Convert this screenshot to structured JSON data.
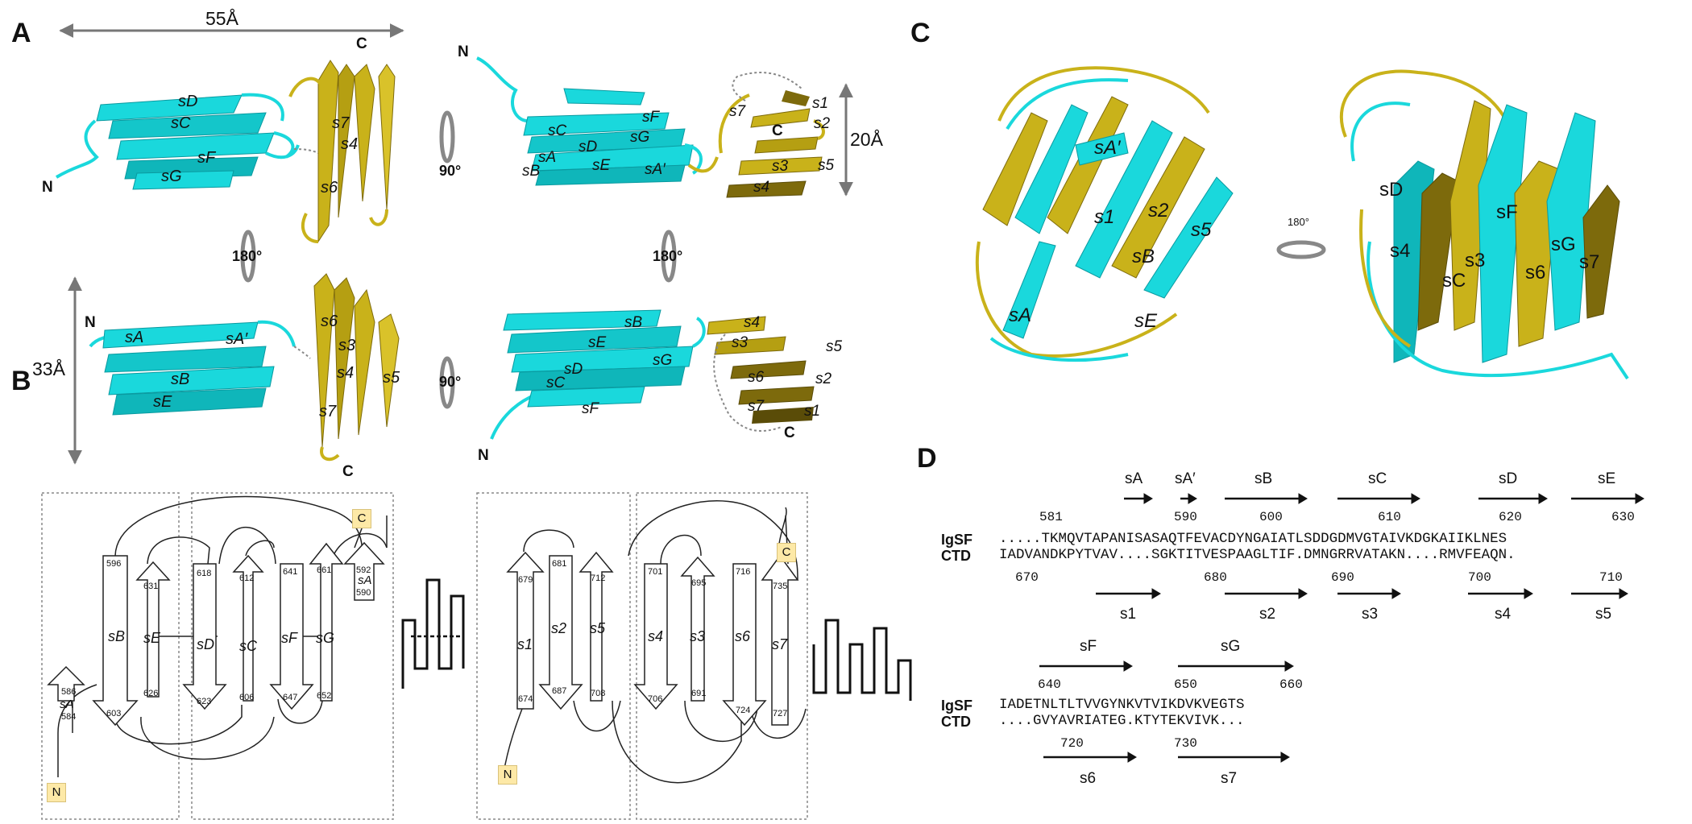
{
  "panels": {
    "A": "A",
    "B": "B",
    "C": "C",
    "D": "D"
  },
  "panelA": {
    "dim_55": "55Å",
    "dim_33": "33Å",
    "dim_20": "20Å",
    "rot_90": "90°",
    "rot_180": "180°",
    "term_N": "N",
    "term_C": "C",
    "strands_cyan": [
      "sA",
      "sA′",
      "sB",
      "sC",
      "sD",
      "sE",
      "sF",
      "sG"
    ],
    "strands_gold": [
      "s1",
      "s2",
      "s3",
      "s4",
      "s5",
      "s6",
      "s7"
    ]
  },
  "panelB": {
    "left": {
      "strands": [
        {
          "label": "sA",
          "top": "586",
          "bottom": "584"
        },
        {
          "label": "sB",
          "top": "596",
          "bottom": "603"
        },
        {
          "label": "sE",
          "top": "631",
          "bottom": "626"
        },
        {
          "label": "sD",
          "top": "618",
          "bottom": "623"
        },
        {
          "label": "sC",
          "top": "612",
          "bottom": "606"
        },
        {
          "label": "sF",
          "top": "641",
          "bottom": "647"
        },
        {
          "label": "sG",
          "top": "661",
          "bottom": "652"
        },
        {
          "label": "sA",
          "top": "592",
          "bottom": "590"
        }
      ]
    },
    "right": {
      "strands": [
        {
          "label": "s1",
          "top": "679",
          "bottom": "674"
        },
        {
          "label": "s2",
          "top": "681",
          "bottom": "687"
        },
        {
          "label": "s5",
          "top": "712",
          "bottom": "708"
        },
        {
          "label": "s4",
          "top": "701",
          "bottom": "706"
        },
        {
          "label": "s3",
          "top": "695",
          "bottom": "691"
        },
        {
          "label": "s6",
          "top": "716",
          "bottom": "724"
        },
        {
          "label": "s7",
          "top": "735",
          "bottom": "727"
        }
      ]
    },
    "N": "N",
    "C": "C"
  },
  "panelC": {
    "left_labels": [
      "sA′",
      "s1",
      "s2",
      "s5",
      "sB",
      "sA",
      "sE"
    ],
    "right_labels": [
      "sD",
      "sF",
      "s4",
      "s3",
      "sC",
      "sG",
      "s6",
      "s7"
    ],
    "rot": "180°"
  },
  "panelD": {
    "row1": {
      "ss_top": [
        "sA",
        "sA′",
        "sB",
        "sC",
        "sD",
        "sE"
      ],
      "nums_top": [
        "581",
        "590",
        "600",
        "610",
        "620",
        "630"
      ],
      "names": [
        "IgSF",
        "CTD"
      ],
      "seq1": ".....TKMQVTAPANISASAQTFEVACDYNGAIATLSDDGDMVGTAIVKDGKAIIKLNES",
      "seq2": "IADVANDKPYTVAV....SGKTITVESPAAGLTIF.DMNGRRVATAKN....RMVFEAQN.",
      "nums_bottom": [
        "670",
        "680",
        "690",
        "700",
        "710"
      ],
      "ss_bottom": [
        "s1",
        "s2",
        "s3",
        "s4",
        "s5"
      ]
    },
    "row2": {
      "ss_top": [
        "sF",
        "sG"
      ],
      "nums_top": [
        "640",
        "650",
        "660"
      ],
      "names": [
        "IgSF",
        "CTD"
      ],
      "seq1": "IADETNLTLTVVGYNKVTVIKDVKVEGTS",
      "seq2": "....GVYAVRIATEG.KTYTEKVIVK...",
      "nums_bottom": [
        "720",
        "730"
      ],
      "ss_bottom": [
        "s6",
        "s7"
      ]
    }
  },
  "colors": {
    "cyan": "#1ad8dc",
    "gold": "#c9b21a",
    "dark_gold": "#7d6a0c"
  }
}
